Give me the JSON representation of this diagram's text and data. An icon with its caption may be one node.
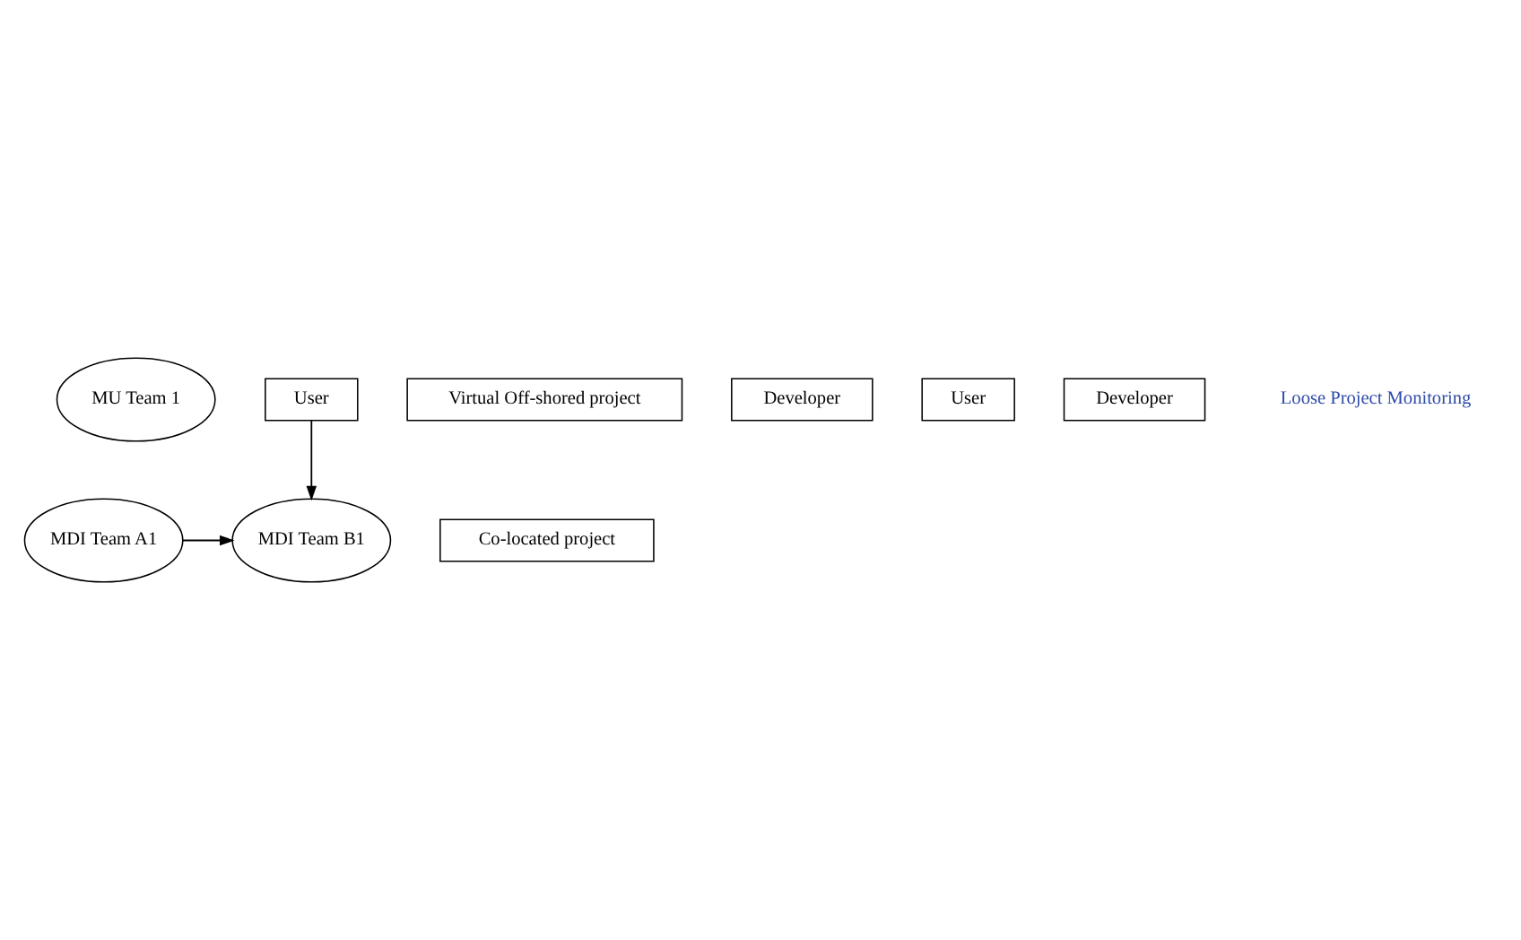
{
  "diagram": {
    "nodes": [
      {
        "text": [
          "MU Team 1"
        ]
      },
      {
        "text": [
          "User"
        ]
      },
      {
        "text": [
          "Virtual Off-shored project"
        ]
      },
      {
        "text": [
          "Developer"
        ]
      },
      {
        "text": [
          "Co-located project"
        ]
      },
      {
        "text": [
          "MDI Team A1"
        ]
      },
      {
        "text": [
          "MDI Team B1"
        ]
      },
      {
        "text": [
          "User"
        ]
      },
      {
        "text": [
          "Developer"
        ]
      }
    ],
    "edges": [
      {
        "from": 1,
        "to": 6,
        "arrow": "to"
      },
      {
        "from": 5,
        "to": 6,
        "arrow": "to"
      }
    ],
    "labels": [
      "Loose Project Monitoring"
    ]
  }
}
